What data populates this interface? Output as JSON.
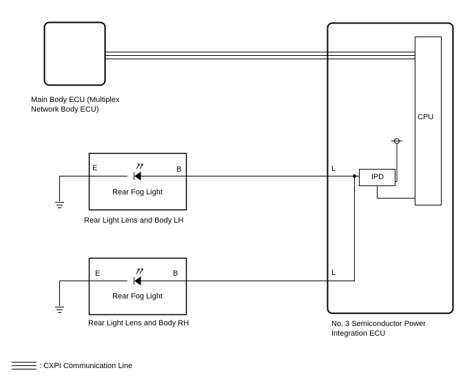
{
  "main_body_ecu": {
    "label_line1": "Main Body ECU (Multiplex",
    "label_line2": "Network Body ECU)"
  },
  "power_ecu": {
    "label_line1": "No. 3 Semiconductor Power",
    "label_line2": "Integration ECU",
    "cpu_label": "CPU",
    "ipd_label": "IPD",
    "terminal_upper": "L",
    "terminal_lower": "L"
  },
  "lamp_lh": {
    "terminal_e": "E",
    "terminal_b": "B",
    "lamp_label": "Rear Fog Light",
    "assembly_label": "Rear Light Lens and Body LH"
  },
  "lamp_rh": {
    "terminal_e": "E",
    "terminal_b": "B",
    "lamp_label": "Rear Fog Light",
    "assembly_label": "Rear Light Lens and Body RH"
  },
  "legend": {
    "cxpi_label": ": CXPI Communication Line"
  }
}
